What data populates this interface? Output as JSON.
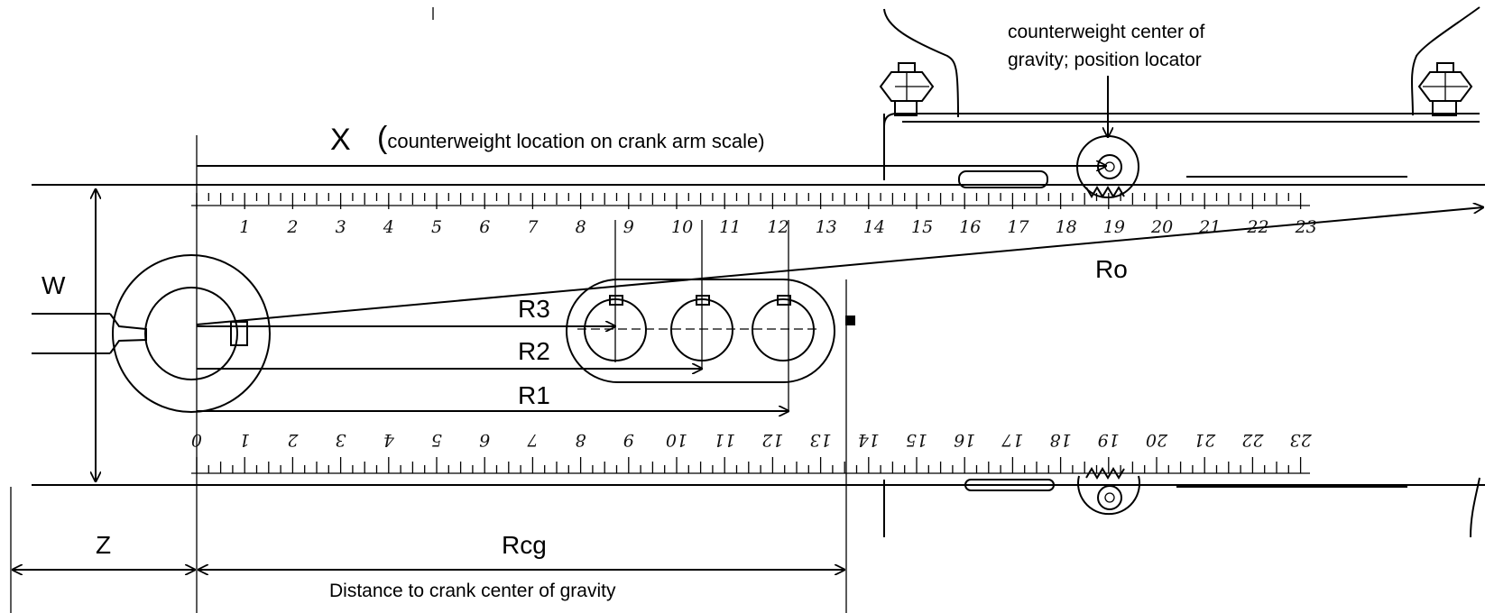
{
  "labels": {
    "x": "X",
    "x_desc": "(counterweight location on crank arm scale)",
    "cw_note_line1": "counterweight center of",
    "cw_note_line2": "gravity; position locator",
    "w": "W",
    "ro": "Ro",
    "r3": "R3",
    "r2": "R2",
    "r1": "R1",
    "z": "Z",
    "rcg": "Rcg",
    "rcg_desc": "Distance to crank center of  gravity"
  },
  "scale_top": [
    "1",
    "2",
    "3",
    "4",
    "5",
    "6",
    "7",
    "8",
    "9",
    "10",
    "11",
    "12",
    "13",
    "14",
    "15",
    "16",
    "17",
    "18",
    "19",
    "20",
    "21",
    "22",
    "23"
  ],
  "scale_bottom": [
    "0",
    "1",
    "2",
    "3",
    "4",
    "5",
    "6",
    "7",
    "8",
    "9",
    "10",
    "11",
    "12",
    "13",
    "14",
    "15",
    "16",
    "17",
    "18",
    "19",
    "20",
    "21",
    "22",
    "23"
  ],
  "icons": {
    "hex_nut": "hex-nut-icon",
    "crank_hub": "crank-hub-icon",
    "pin_hole": "crank-pin-hole-icon"
  }
}
